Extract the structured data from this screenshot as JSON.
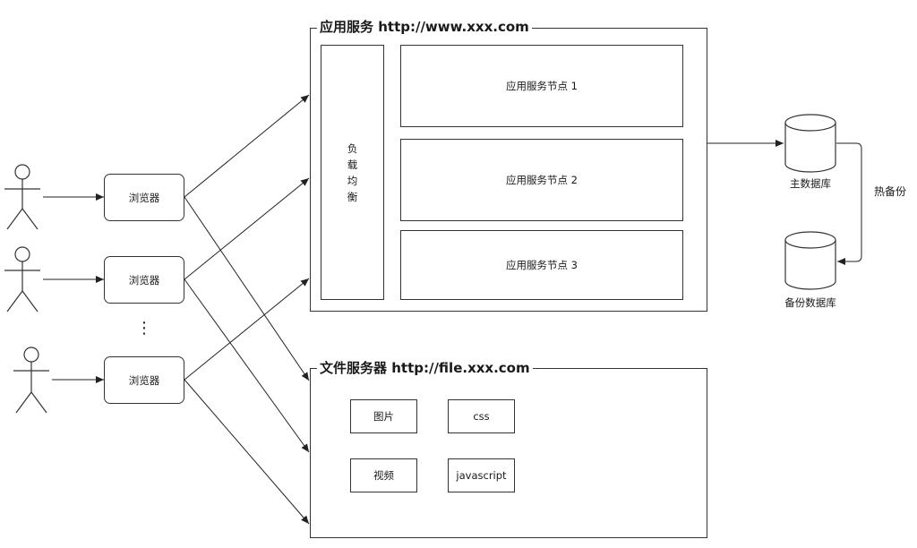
{
  "app_service": {
    "title": "应用服务  http://www.xxx.com",
    "load_balancer": [
      "负",
      "载",
      "均",
      "衡"
    ],
    "nodes": [
      "应用服务节点 1",
      "应用服务节点 2",
      "应用服务节点 3"
    ]
  },
  "file_service": {
    "title": "文件服务器 http://file.xxx.com",
    "items": [
      "图片",
      "css",
      "视频",
      "javascript"
    ]
  },
  "browsers": [
    "浏览器",
    "浏览器",
    "浏览器"
  ],
  "ellipsis": "⋮",
  "databases": {
    "main": "主数据库",
    "backup": "备份数据库",
    "sync_label": "热备份"
  }
}
